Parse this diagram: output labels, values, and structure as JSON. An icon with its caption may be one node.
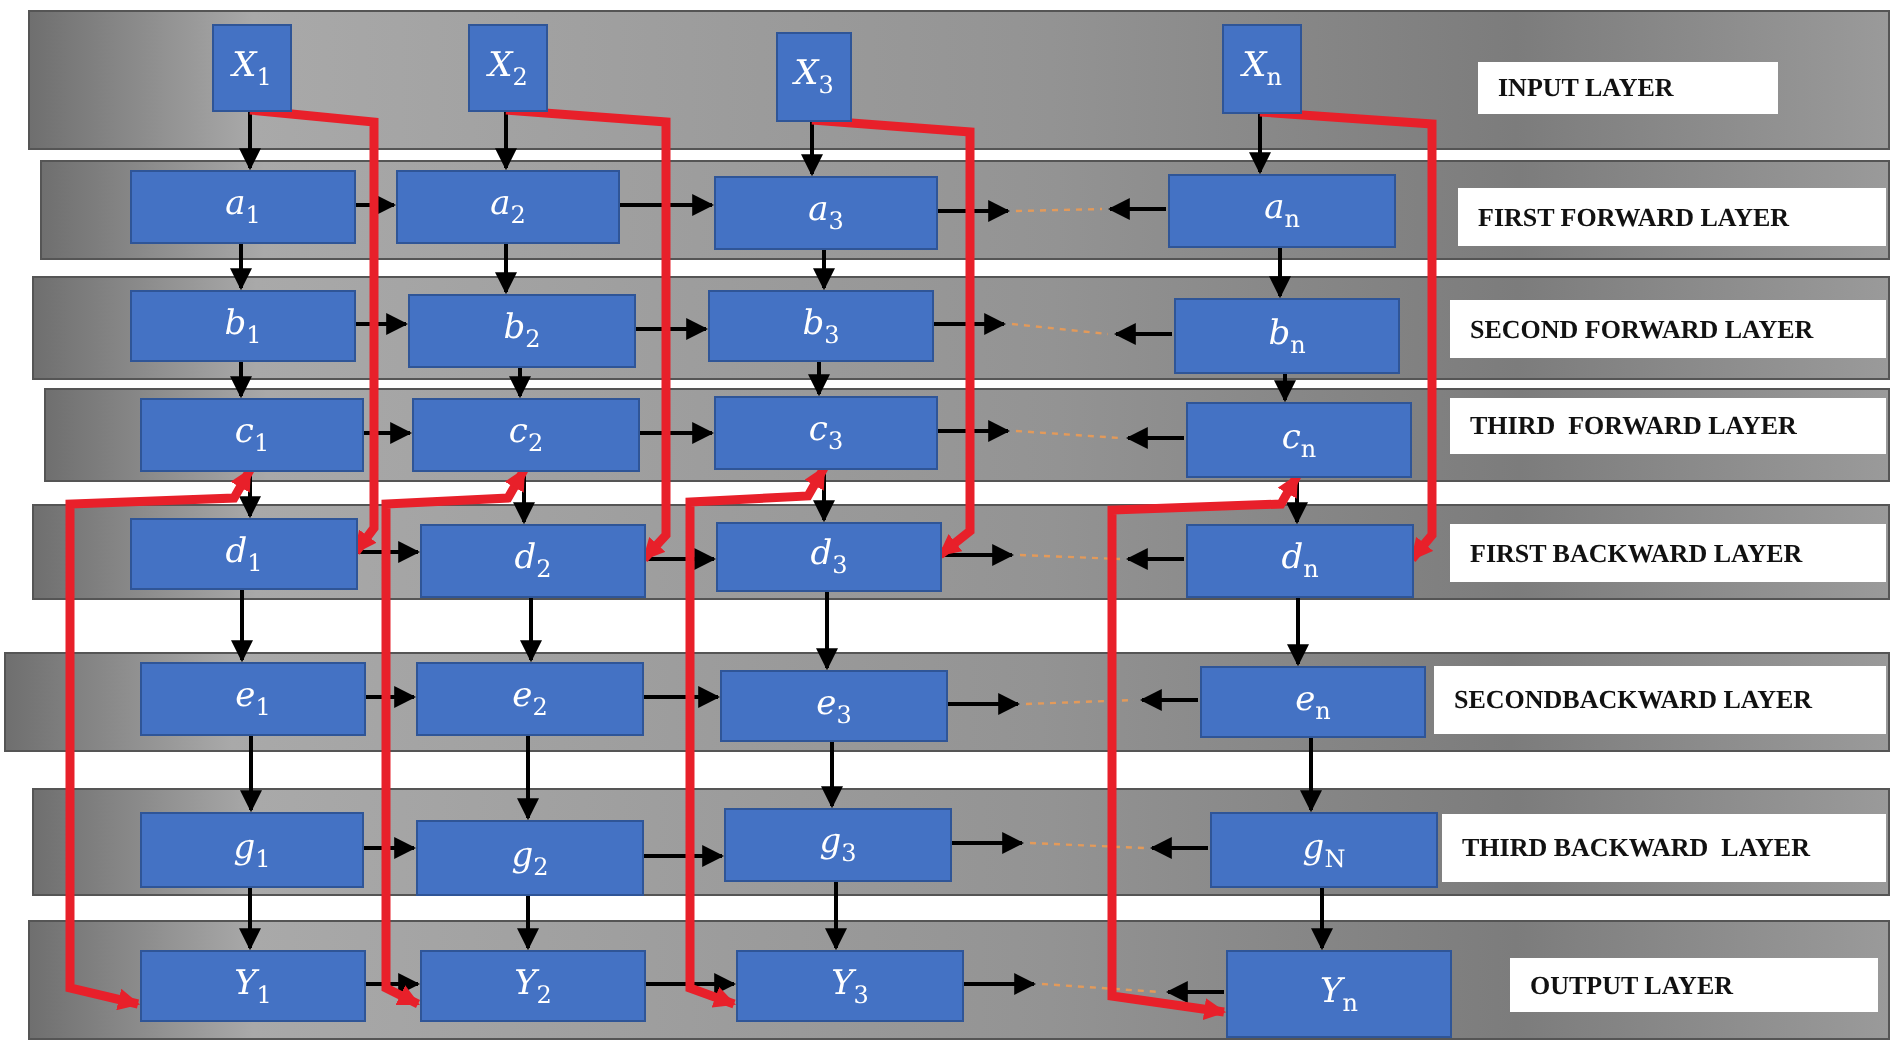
{
  "diagram": {
    "nodes": [
      {
        "text": [
          "INPUT LAYER"
        ]
      },
      {
        "text": [
          "*X*$_{1}$"
        ],
        "in": 0
      },
      {
        "text": [
          "*X*$_{2}$"
        ],
        "in": 0
      },
      {
        "text": [
          "*X*$_{3}$"
        ],
        "in": 0
      },
      {
        "text": [
          "*X*$_{n}$"
        ],
        "in": 0
      },
      {
        "text": [
          "FIRST FORWARD LAYER"
        ]
      },
      {
        "text": [
          "*a*$_{1}$"
        ],
        "in": 5
      },
      {
        "text": [
          "*a*$_{2}$"
        ],
        "in": 5
      },
      {
        "text": [
          "*a*$_{3}$"
        ],
        "in": 5
      },
      {
        "text": [
          "*a*$_{n}$"
        ],
        "in": 5
      },
      {
        "text": [
          "SECOND FORWARD LAYER"
        ]
      },
      {
        "text": [
          "*b*$_{1}$"
        ],
        "in": 10
      },
      {
        "text": [
          "*b*$_{2}$"
        ],
        "in": 10
      },
      {
        "text": [
          "*b*$_{3}$"
        ],
        "in": 10
      },
      {
        "text": [
          "*b*$_{n}$"
        ],
        "in": 10
      },
      {
        "text": [
          "THIRD  FORWARD LAYER"
        ]
      },
      {
        "text": [
          "*c*$_{1}$"
        ],
        "in": 15
      },
      {
        "text": [
          "*c*$_{2}$"
        ],
        "in": 15
      },
      {
        "text": [
          "*c*$_{3}$"
        ],
        "in": 15
      },
      {
        "text": [
          "*c*$_{n}$"
        ],
        "in": 15
      },
      {
        "text": [
          "FIRST BACKWARD LAYER"
        ]
      },
      {
        "text": [
          "*d*$_{1}$"
        ],
        "in": 20
      },
      {
        "text": [
          "*d*$_{2}$"
        ],
        "in": 20
      },
      {
        "text": [
          "*d*$_{3}$"
        ],
        "in": 20
      },
      {
        "text": [
          "*d*$_{n}$"
        ],
        "in": 20
      },
      {
        "text": [
          "SECONDBACKWARD LAYER"
        ]
      },
      {
        "text": [
          "*e*$_{1}$"
        ],
        "in": 25
      },
      {
        "text": [
          "*e*$_{2}$"
        ],
        "in": 25
      },
      {
        "text": [
          "*e*$_{3}$"
        ],
        "in": 25
      },
      {
        "text": [
          "*e*$_{n}$"
        ],
        "in": 25
      },
      {
        "text": [
          "THIRD BACKWARD  LAYER"
        ]
      },
      {
        "text": [
          "*g*$_{1}$"
        ],
        "in": 30
      },
      {
        "text": [
          "*g*$_{2}$"
        ],
        "in": 30
      },
      {
        "text": [
          "*g*$_{3}$"
        ],
        "in": 30
      },
      {
        "text": [
          "*g*$_{N}$"
        ],
        "in": 30
      },
      {
        "text": [
          "OUTPUT LAYER"
        ]
      },
      {
        "text": [
          "*Y*$_{1}$"
        ],
        "in": 35
      },
      {
        "text": [
          "*Y*$_{2}$"
        ],
        "in": 35
      },
      {
        "text": [
          "*Y*$_{3}$"
        ],
        "in": 35
      },
      {
        "text": [
          "*Y*$_{n}$"
        ],
        "in": 35
      }
    ],
    "edges": [
      {
        "from": 1,
        "to": 6,
        "arrow": "to"
      },
      {
        "from": 6,
        "to": 11,
        "arrow": "to"
      },
      {
        "from": 11,
        "to": 16,
        "arrow": "to"
      },
      {
        "from": 16,
        "to": 21,
        "arrow": "to"
      },
      {
        "from": 21,
        "to": 26,
        "arrow": "to"
      },
      {
        "from": 26,
        "to": 31,
        "arrow": "to"
      },
      {
        "from": 31,
        "to": 36,
        "arrow": "to"
      },
      {
        "from": 2,
        "to": 7,
        "arrow": "to"
      },
      {
        "from": 7,
        "to": 12,
        "arrow": "to"
      },
      {
        "from": 12,
        "to": 17,
        "arrow": "to"
      },
      {
        "from": 17,
        "to": 22,
        "arrow": "to"
      },
      {
        "from": 22,
        "to": 27,
        "arrow": "to"
      },
      {
        "from": 27,
        "to": 32,
        "arrow": "to"
      },
      {
        "from": 32,
        "to": 37,
        "arrow": "to"
      },
      {
        "from": 3,
        "to": 8,
        "arrow": "to"
      },
      {
        "from": 8,
        "to": 13,
        "arrow": "to"
      },
      {
        "from": 13,
        "to": 18,
        "arrow": "to"
      },
      {
        "from": 18,
        "to": 23,
        "arrow": "to"
      },
      {
        "from": 23,
        "to": 28,
        "arrow": "to"
      },
      {
        "from": 28,
        "to": 33,
        "arrow": "to"
      },
      {
        "from": 33,
        "to": 38,
        "arrow": "to"
      },
      {
        "from": 4,
        "to": 9,
        "arrow": "to"
      },
      {
        "from": 9,
        "to": 14,
        "arrow": "to"
      },
      {
        "from": 14,
        "to": 19,
        "arrow": "to"
      },
      {
        "from": 19,
        "to": 24,
        "arrow": "to"
      },
      {
        "from": 24,
        "to": 29,
        "arrow": "to"
      },
      {
        "from": 29,
        "to": 34,
        "arrow": "to"
      },
      {
        "from": 34,
        "to": 39,
        "arrow": "to"
      },
      {
        "from": 6,
        "to": 7,
        "arrow": "to"
      },
      {
        "from": 7,
        "to": 8,
        "arrow": "to"
      },
      {
        "from": 8,
        "to": null,
        "arrow": "to"
      },
      {
        "from": 9,
        "to": null,
        "arrow": "to"
      },
      {
        "from": 11,
        "to": 12,
        "arrow": "to"
      },
      {
        "from": 12,
        "to": 13,
        "arrow": "to"
      },
      {
        "from": 13,
        "to": null,
        "arrow": "to"
      },
      {
        "from": 14,
        "to": null,
        "arrow": "to"
      },
      {
        "from": 16,
        "to": 17,
        "arrow": "to"
      },
      {
        "from": 17,
        "to": 18,
        "arrow": "to"
      },
      {
        "from": 18,
        "to": null,
        "arrow": "to"
      },
      {
        "from": 19,
        "to": null,
        "arrow": "to"
      },
      {
        "from": 21,
        "to": 22,
        "arrow": "to"
      },
      {
        "from": 22,
        "to": 23,
        "arrow": "to"
      },
      {
        "from": 23,
        "to": null,
        "arrow": "to"
      },
      {
        "from": 24,
        "to": null,
        "arrow": "to"
      },
      {
        "from": 26,
        "to": 27,
        "arrow": "to"
      },
      {
        "from": 27,
        "to": 28,
        "arrow": "to"
      },
      {
        "from": 28,
        "to": null,
        "arrow": "to"
      },
      {
        "from": 29,
        "to": null,
        "arrow": "to"
      },
      {
        "from": 31,
        "to": 32,
        "arrow": "to"
      },
      {
        "from": 32,
        "to": 33,
        "arrow": "to"
      },
      {
        "from": 33,
        "to": null,
        "arrow": "to"
      },
      {
        "from": 34,
        "to": null,
        "arrow": "to"
      },
      {
        "from": 36,
        "to": 37,
        "arrow": "to"
      },
      {
        "from": 37,
        "to": 38,
        "arrow": "to"
      },
      {
        "from": 38,
        "to": null,
        "arrow": "to"
      },
      {
        "from": 39,
        "to": null,
        "arrow": "to"
      },
      {
        "from": 1,
        "to": 21,
        "arrow": "to",
        "style": "thick",
        "color": "#e8202a"
      },
      {
        "from": 2,
        "to": 22,
        "arrow": "to",
        "style": "thick",
        "color": "#e8202a"
      },
      {
        "from": 3,
        "to": 23,
        "arrow": "to",
        "style": "thick",
        "color": "#e8202a"
      },
      {
        "from": 4,
        "to": 24,
        "arrow": "to",
        "style": "thick",
        "color": "#e8202a"
      },
      {
        "from": 16,
        "to": 36,
        "arrow": "both",
        "style": "thick",
        "color": "#e8202a"
      },
      {
        "from": 17,
        "to": 37,
        "arrow": "both",
        "style": "thick",
        "color": "#e8202a"
      },
      {
        "from": 18,
        "to": 38,
        "arrow": "both",
        "style": "thick",
        "color": "#e8202a"
      },
      {
        "from": 19,
        "to": 39,
        "arrow": "both",
        "style": "thick",
        "color": "#e8202a"
      }
    ]
  }
}
